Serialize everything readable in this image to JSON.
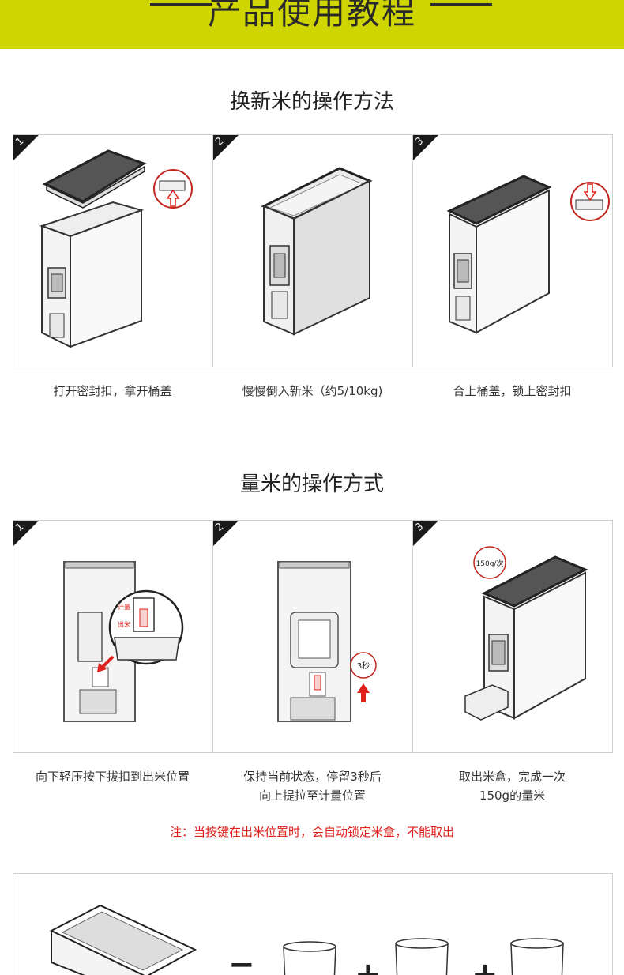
{
  "banner": {
    "title": "产品使用教程"
  },
  "section1": {
    "title": "换新米的操作方法",
    "steps": [
      {
        "num": "1",
        "caption": "打开密封扣，拿开桶盖"
      },
      {
        "num": "2",
        "caption": "慢慢倒入新米（约5/10kg)"
      },
      {
        "num": "3",
        "caption": "合上桶盖，锁上密封扣"
      }
    ]
  },
  "section2": {
    "title": "量米的操作方式",
    "steps": [
      {
        "num": "1",
        "caption": "向下轻压按下拔扣到出米位置",
        "callout_top": "计量",
        "callout_bottom": "出米"
      },
      {
        "num": "2",
        "caption_line1": "保持当前状态，停留3秒后",
        "caption_line2": "向上提拉至计量位置",
        "timer": "3秒"
      },
      {
        "num": "3",
        "caption_line1": "取出米盒，完成一次",
        "caption_line2": "150g的量米",
        "badge": "150g/次"
      }
    ],
    "note": "注：当按键在出米位置时，会自动锁定米盒，不能取出"
  },
  "bottom": {
    "minus": "−",
    "plus1": "+",
    "plus2": "+"
  },
  "colors": {
    "banner": "#cfd500",
    "note": "#e0201b",
    "arrow": "#e0201b"
  }
}
